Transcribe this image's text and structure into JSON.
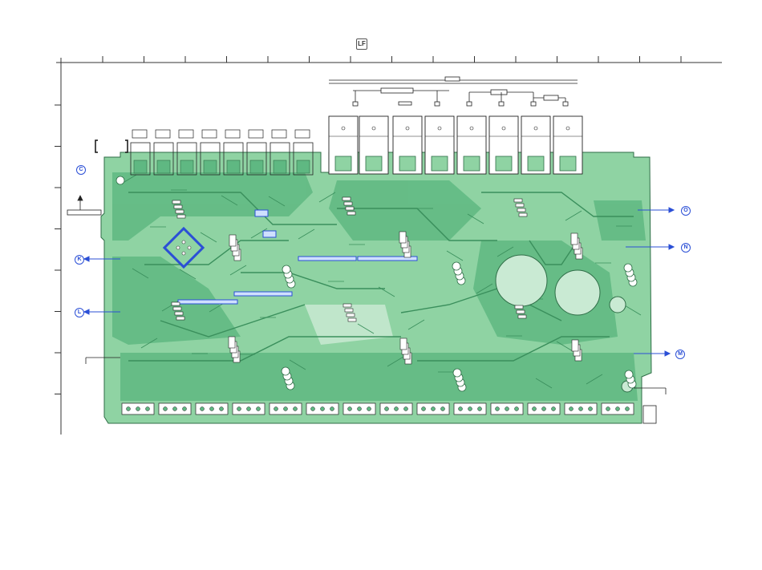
{
  "logo": {
    "text": "LF",
    "name": "logo-mark"
  },
  "connectors": [
    {
      "id": "C",
      "label": "C"
    },
    {
      "id": "K",
      "label": "K"
    },
    {
      "id": "L",
      "label": "L"
    },
    {
      "id": "M",
      "label": "M"
    },
    {
      "id": "N",
      "label": "N"
    },
    {
      "id": "O",
      "label": "O"
    }
  ],
  "colors": {
    "board": "#8fd3a3",
    "copper": "#5fb882",
    "trace": "#3a8f5c",
    "ic_blue": "#2b4fd6",
    "ink": "#222222"
  }
}
